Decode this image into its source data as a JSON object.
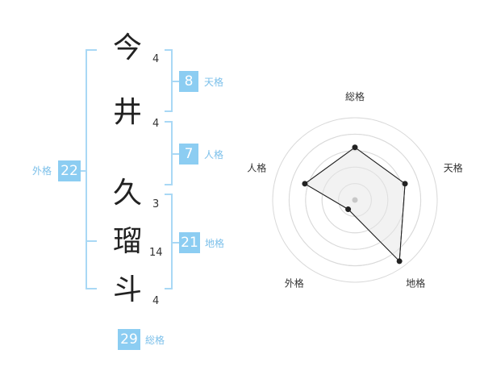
{
  "name": {
    "chars": [
      {
        "char": "今",
        "strokes": "4"
      },
      {
        "char": "井",
        "strokes": "4"
      },
      {
        "char": "久",
        "strokes": "3"
      },
      {
        "char": "瑠",
        "strokes": "14"
      },
      {
        "char": "斗",
        "strokes": "4"
      }
    ]
  },
  "fortunes": {
    "tenkaku": {
      "label": "天格",
      "value": "8"
    },
    "jinkaku": {
      "label": "人格",
      "value": "7"
    },
    "chikaku": {
      "label": "地格",
      "value": "21"
    },
    "gaikaku": {
      "label": "外格",
      "value": "22"
    },
    "soukaku": {
      "label": "総格",
      "value": "29"
    }
  },
  "chart_data": {
    "type": "radar",
    "axes": [
      "総格",
      "天格",
      "地格",
      "外格",
      "人格"
    ],
    "values": [
      3.2,
      3.2,
      4.6,
      0.7,
      3.2
    ],
    "range": [
      0,
      5
    ],
    "rings": 5,
    "colors": {
      "fill": "#f0f0f0",
      "ring": "#d9d9d9",
      "line": "#222222",
      "center": "#c8c8c8"
    }
  }
}
